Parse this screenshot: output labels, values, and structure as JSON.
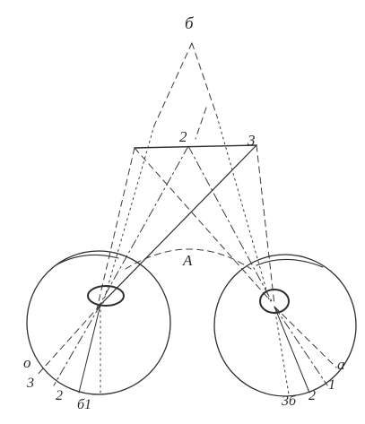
{
  "diagram": {
    "labels": {
      "far_point": "б",
      "point_2": "2",
      "point_3": "3",
      "near_point": "A",
      "left_eye_a": "о",
      "left_eye_3": "3",
      "left_eye_2": "2",
      "left_eye_b1": "б1",
      "right_eye_a": "а",
      "right_eye_1": "1",
      "right_eye_2": "2",
      "right_eye_3b": "3б"
    }
  }
}
